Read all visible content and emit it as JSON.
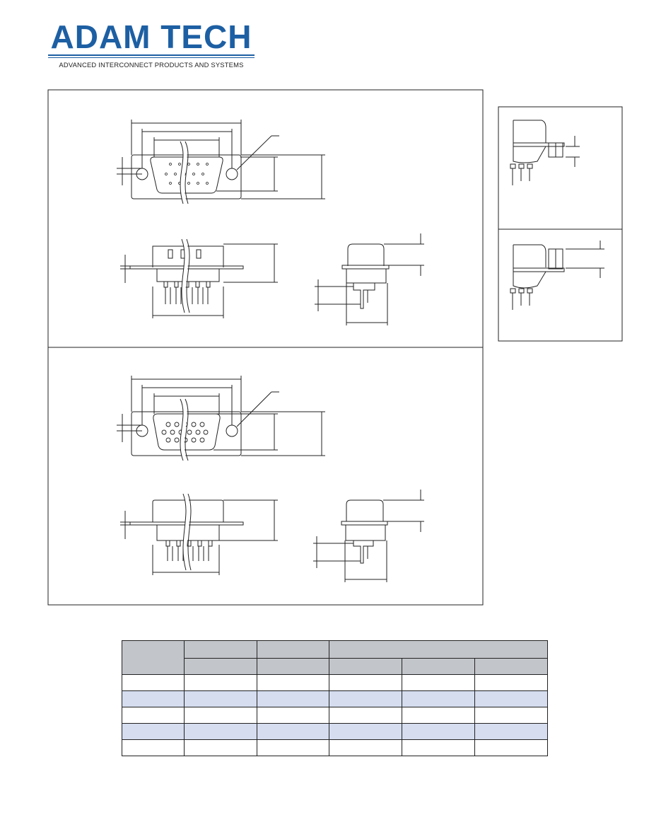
{
  "brand": {
    "name": "ADAM TECH",
    "tagline": "ADVANCED INTERCONNECT PRODUCTS AND SYSTEMS",
    "color": "#1d5fa3"
  },
  "panels": [
    {
      "name": "plug-drawing-panel",
      "connector": "male"
    },
    {
      "name": "receptacle-drawing-panel",
      "connector": "female"
    },
    {
      "name": "mounting-detail-panel"
    }
  ],
  "table": {
    "columns": 6,
    "header_rows": 2,
    "body_rows": 5,
    "shaded_rows": [
      1,
      3
    ],
    "header_color": "#c2c5ca",
    "shade_color": "#d5ddef"
  }
}
